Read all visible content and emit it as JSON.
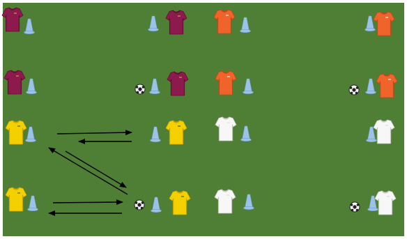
{
  "colors": {
    "pitch": "#4f7f34",
    "pitch_border": "#ffffff",
    "cone": "#9cc3e6",
    "cone_edge": "#6f9fcf",
    "arrow": "#000000",
    "ball": "#222222",
    "ball_light": "#f2f2f2"
  },
  "shirts": {
    "maroon": {
      "fill": "#8c1a4c",
      "shade": "#5f0f33",
      "trim": "#c9a24a"
    },
    "orange": {
      "fill": "#f0642c",
      "shade": "#c24817",
      "trim": "#ffffff"
    },
    "yellow": {
      "fill": "#f5d000",
      "shade": "#c7a600",
      "trim": "#2d6b2a"
    },
    "white": {
      "fill": "#f7f7f7",
      "shade": "#c8c8c8",
      "trim": "#dddddd"
    }
  },
  "players": [
    {
      "team": "maroon"
    },
    {
      "team": "maroon"
    },
    {
      "team": "orange"
    },
    {
      "team": "orange"
    },
    {
      "team": "maroon"
    },
    {
      "team": "maroon"
    },
    {
      "team": "orange"
    },
    {
      "team": "orange"
    },
    {
      "team": "yellow"
    },
    {
      "team": "yellow"
    },
    {
      "team": "white"
    },
    {
      "team": "white"
    },
    {
      "team": "yellow"
    },
    {
      "team": "yellow"
    },
    {
      "team": "white"
    },
    {
      "team": "white"
    }
  ],
  "cones_count": 16,
  "balls_count": 4,
  "arrows_count": 6
}
